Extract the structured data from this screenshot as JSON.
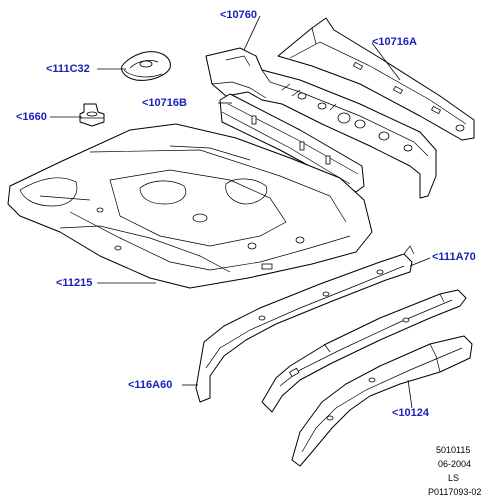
{
  "callouts": {
    "c10760": "<10760",
    "c10716A": "<10716A",
    "c111C32": "<111C32",
    "c10716B": "<10716B",
    "c1660": "<1660",
    "c11215": "<11215",
    "c111A70": "<111A70",
    "c116A60": "<116A60",
    "c10124": "<10124"
  },
  "footer": {
    "code": "5010115",
    "date": "06-2004",
    "ls": "LS",
    "ref": "P0117093-02"
  },
  "colors": {
    "callout": "#1a22b8",
    "line": "#000000"
  }
}
